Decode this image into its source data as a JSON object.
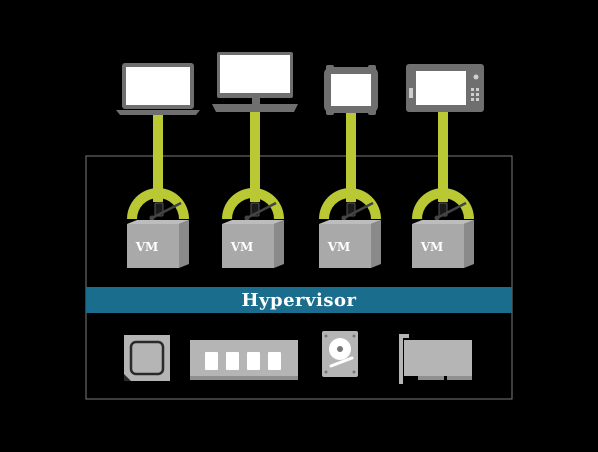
{
  "hypervisor": {
    "label": "Hypervisor"
  },
  "vms": [
    {
      "label": "VM",
      "device": "laptop"
    },
    {
      "label": "VM",
      "device": "desktop-monitor"
    },
    {
      "label": "VM",
      "device": "rugged-tablet"
    },
    {
      "label": "VM",
      "device": "industrial-panel"
    }
  ],
  "hardware": [
    {
      "icon": "cpu-icon"
    },
    {
      "icon": "memory-module-icon"
    },
    {
      "icon": "hard-drive-icon"
    },
    {
      "icon": "expansion-card-icon"
    }
  ],
  "colors": {
    "background": "#000000",
    "link_green": "#b9c833",
    "hypervisor_bar": "#1a6d8c",
    "vm_box": "#a9a9a9",
    "vm_box_dark": "#8a8a8a",
    "frame_border": "#7a7a7a",
    "hardware_icon": "#b5b5b5"
  }
}
